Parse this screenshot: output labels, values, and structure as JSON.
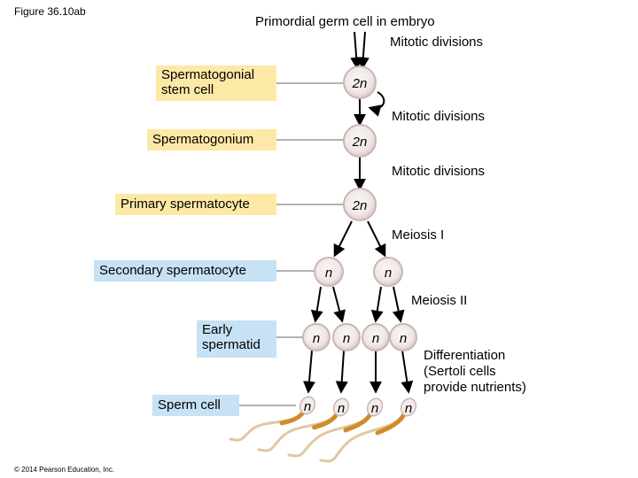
{
  "figure_label": "Figure 36.10ab",
  "copyright": "© 2014 Pearson Education, Inc.",
  "top_title": "Primordial germ cell in embryo",
  "steps": {
    "mitotic_1": "Mitotic divisions",
    "mitotic_2": "Mitotic divisions",
    "mitotic_3": "Mitotic divisions",
    "meiosis_1": "Meiosis I",
    "meiosis_2": "Meiosis II",
    "differentiation_line1": "Differentiation",
    "differentiation_line2": "(Sertoli cells",
    "differentiation_line3": "provide nutrients)"
  },
  "labels": {
    "stem_line1": "Spermatogonial",
    "stem_line2": "stem cell",
    "spermatogonium": "Spermatogonium",
    "primary": "Primary spermatocyte",
    "secondary": "Secondary spermatocyte",
    "spermatid_line1": "Early",
    "spermatid_line2": "spermatid",
    "sperm": "Sperm cell"
  },
  "ploidy": {
    "stem": "2n",
    "spermatogonium": "2n",
    "primary": "2n",
    "secondary": [
      "n",
      "n"
    ],
    "spermatids": [
      "n",
      "n",
      "n",
      "n"
    ],
    "sperm": [
      "n",
      "n",
      "n",
      "n"
    ]
  },
  "colors": {
    "label_yellow": "#fde9a6",
    "label_blue": "#c6e2f4",
    "cell_fill": "#efe7e6",
    "cell_ring": "#c9b6b3",
    "sperm_tail": "#e1c7a3",
    "sperm_midpiece": "#d28a2b"
  }
}
